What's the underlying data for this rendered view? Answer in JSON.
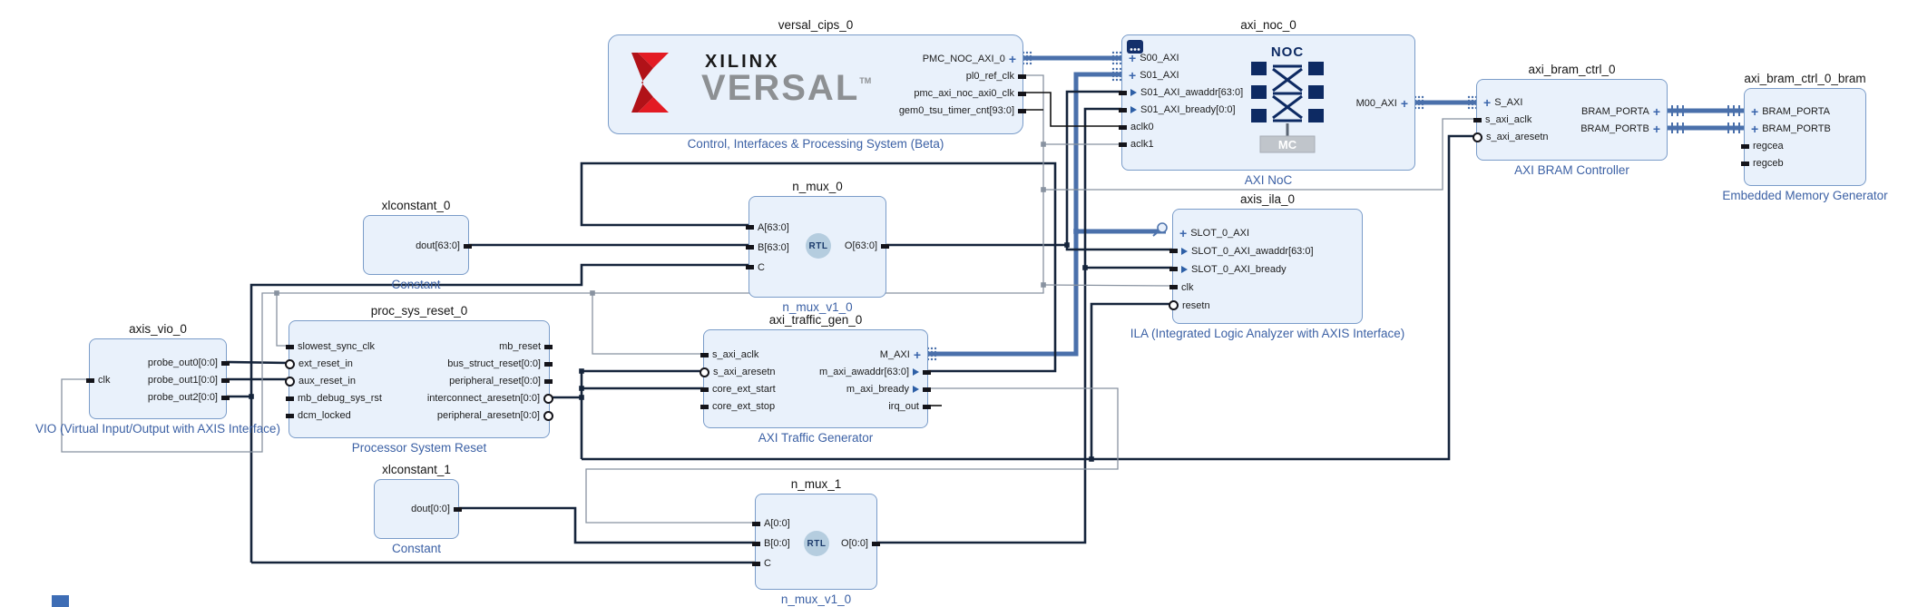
{
  "blocks": {
    "cips": {
      "name": "versal_cips_0",
      "type": "Control, Interfaces & Processing System (Beta)",
      "logo_top": "XILINX",
      "logo_main": "VERSAL",
      "logo_tm": "TM",
      "ports_right": [
        {
          "label": "PMC_NOC_AXI_0",
          "glyph": "plus",
          "marker": "none"
        },
        {
          "label": "pl0_ref_clk"
        },
        {
          "label": "pmc_axi_noc_axi0_clk"
        },
        {
          "label": "gem0_tsu_timer_cnt[93:0]"
        }
      ]
    },
    "noc": {
      "name": "axi_noc_0",
      "type": "AXI NoC",
      "icon_title": "NOC",
      "icon_mc": "MC",
      "ports_left": [
        {
          "label": "S00_AXI",
          "glyph": "plus",
          "marker": "none"
        },
        {
          "label": "S01_AXI",
          "glyph": "plus",
          "marker": "none"
        },
        {
          "label": "S01_AXI_awaddr[63:0]",
          "glyph": "tri"
        },
        {
          "label": "S01_AXI_bready[0:0]",
          "glyph": "tri"
        },
        {
          "label": "aclk0"
        },
        {
          "label": "aclk1"
        }
      ],
      "ports_right": [
        {
          "label": "M00_AXI",
          "glyph": "plus",
          "marker": "none"
        }
      ]
    },
    "bram_ctrl": {
      "name": "axi_bram_ctrl_0",
      "type": "AXI BRAM Controller",
      "ports_left": [
        {
          "label": "S_AXI",
          "glyph": "plus",
          "marker": "none"
        },
        {
          "label": "s_axi_aclk"
        },
        {
          "label": "s_axi_aresetn",
          "marker": "circle"
        }
      ],
      "ports_right": [
        {
          "label": "BRAM_PORTA",
          "glyph": "plus",
          "marker": "none"
        },
        {
          "label": "BRAM_PORTB",
          "glyph": "plus",
          "marker": "none"
        }
      ]
    },
    "bram": {
      "name": "axi_bram_ctrl_0_bram",
      "type": "Embedded Memory Generator",
      "ports_left": [
        {
          "label": "BRAM_PORTA",
          "glyph": "plus",
          "marker": "none"
        },
        {
          "label": "BRAM_PORTB",
          "glyph": "plus",
          "marker": "none"
        },
        {
          "label": "regcea"
        },
        {
          "label": "regceb"
        }
      ]
    },
    "xlconstant0": {
      "name": "xlconstant_0",
      "type": "Constant",
      "ports_right": [
        {
          "label": "dout[63:0]"
        }
      ]
    },
    "n_mux0": {
      "name": "n_mux_0",
      "type": "n_mux_v1_0",
      "badge": "RTL",
      "ports_left": [
        {
          "label": "A[63:0]"
        },
        {
          "label": "B[63:0]"
        },
        {
          "label": "C"
        }
      ],
      "ports_right": [
        {
          "label": "O[63:0]"
        }
      ]
    },
    "ila": {
      "name": "axis_ila_0",
      "type": "ILA (Integrated Logic Analyzer with AXIS Interface)",
      "ports_left": [
        {
          "label": "SLOT_0_AXI",
          "glyph": "plus",
          "marker": "none"
        },
        {
          "label": "SLOT_0_AXI_awaddr[63:0]",
          "glyph": "tri"
        },
        {
          "label": "SLOT_0_AXI_bready",
          "glyph": "tri"
        },
        {
          "label": "clk"
        },
        {
          "label": "resetn",
          "marker": "circle"
        }
      ]
    },
    "vio": {
      "name": "axis_vio_0",
      "type": "VIO (Virtual Input/Output with AXIS Interface)",
      "ports_left": [
        {
          "label": "clk"
        }
      ],
      "ports_right": [
        {
          "label": "probe_out0[0:0]"
        },
        {
          "label": "probe_out1[0:0]"
        },
        {
          "label": "probe_out2[0:0]"
        }
      ]
    },
    "proc_reset": {
      "name": "proc_sys_reset_0",
      "type": "Processor System Reset",
      "ports_left": [
        {
          "label": "slowest_sync_clk"
        },
        {
          "label": "ext_reset_in",
          "marker": "circle"
        },
        {
          "label": "aux_reset_in",
          "marker": "circle"
        },
        {
          "label": "mb_debug_sys_rst"
        },
        {
          "label": "dcm_locked"
        }
      ],
      "ports_right": [
        {
          "label": "mb_reset"
        },
        {
          "label": "bus_struct_reset[0:0]"
        },
        {
          "label": "peripheral_reset[0:0]"
        },
        {
          "label": "interconnect_aresetn[0:0]",
          "marker": "circle"
        },
        {
          "label": "peripheral_aresetn[0:0]",
          "marker": "circle"
        }
      ]
    },
    "traffic_gen": {
      "name": "axi_traffic_gen_0",
      "type": "AXI Traffic Generator",
      "ports_left": [
        {
          "label": "s_axi_aclk"
        },
        {
          "label": "s_axi_aresetn",
          "marker": "circle"
        },
        {
          "label": "core_ext_start"
        },
        {
          "label": "core_ext_stop"
        }
      ],
      "ports_right": [
        {
          "label": "M_AXI",
          "glyph": "plus",
          "marker": "none"
        },
        {
          "label": "m_axi_awaddr[63:0]",
          "glyph": "tri"
        },
        {
          "label": "m_axi_bready",
          "glyph": "tri"
        },
        {
          "label": "irq_out"
        }
      ]
    },
    "xlconstant1": {
      "name": "xlconstant_1",
      "type": "Constant",
      "ports_right": [
        {
          "label": "dout[0:0]"
        }
      ]
    },
    "n_mux1": {
      "name": "n_mux_1",
      "type": "n_mux_v1_0",
      "badge": "RTL",
      "ports_left": [
        {
          "label": "A[0:0]"
        },
        {
          "label": "B[0:0]"
        },
        {
          "label": "C"
        }
      ],
      "ports_right": [
        {
          "label": "O[0:0]"
        }
      ]
    }
  },
  "colors": {
    "bus_blue": "#4a70ab",
    "wire_navy": "#15243b",
    "wire_black": "#111111",
    "wire_gray": "#8892a0",
    "block_fill": "#e9f1fb",
    "block_border": "#7a9cc9",
    "type_label": "#3c61a5",
    "logo_red": "#e31b23",
    "logo_dark_red": "#b11218",
    "versal_gray": "#8d9093",
    "noc_navy": "#0d2a63",
    "mc_gray": "#c0c5cb"
  }
}
